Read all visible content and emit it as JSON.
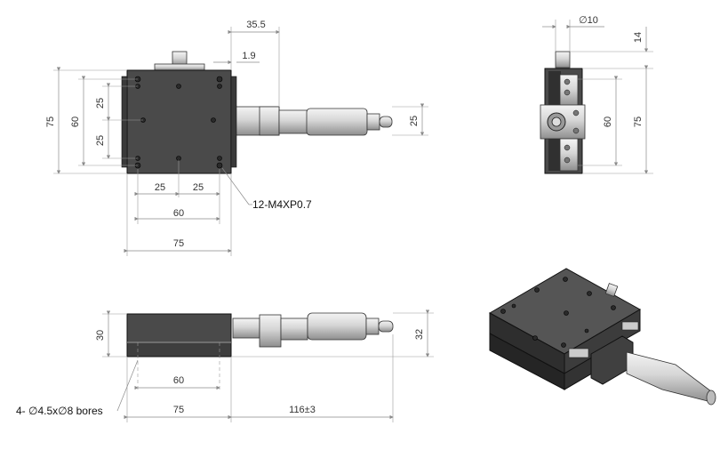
{
  "dimensions": {
    "top_view": {
      "offset_total": "35.5",
      "offset_small": "1.9",
      "overall_height": "75",
      "hole_height": "60",
      "hole_pitch_upper": "25",
      "hole_pitch_lower": "25",
      "micrometer_dia": "25",
      "hole_pitch_x_left": "25",
      "hole_pitch_x_right": "25",
      "hole_span_x": "60",
      "overall_width": "75"
    },
    "side_view": {
      "knob_dia": "∅10",
      "knob_height": "14",
      "hole_height": "60",
      "overall_height": "75"
    },
    "front_view": {
      "body_height": "30",
      "total_height": "32",
      "bore_span": "60",
      "body_width": "75",
      "travel": "116±3"
    }
  },
  "notes": {
    "tapped_holes": "12-M4XP0.7",
    "bores": "4- ∅4.5x∅8 bores"
  },
  "colors": {
    "body": "#4a4a4a",
    "metal": "#d0d0d0",
    "dimension_line": "#8a8a8a"
  }
}
